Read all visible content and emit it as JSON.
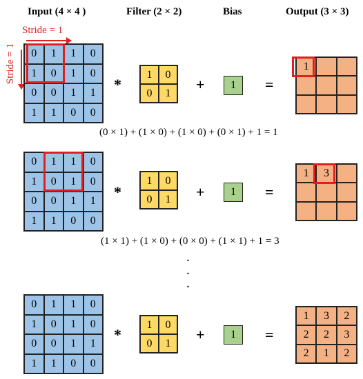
{
  "headers": {
    "input": "Input (4 × 4 )",
    "filter": "Filter (2 × 2)",
    "bias": "Bias",
    "output": "Output (3 × 3)"
  },
  "stride": {
    "horizontal": "Stride = 1",
    "vertical": "Stride = 1"
  },
  "input": [
    [
      "0",
      "1",
      "1",
      "0"
    ],
    [
      "1",
      "0",
      "1",
      "0"
    ],
    [
      "0",
      "0",
      "1",
      "1"
    ],
    [
      "1",
      "1",
      "0",
      "0"
    ]
  ],
  "filter": [
    [
      "1",
      "0"
    ],
    [
      "0",
      "1"
    ]
  ],
  "bias": "1",
  "operators": {
    "multiply": "*",
    "plus": "+",
    "equals": "="
  },
  "output_step1": [
    [
      "1",
      "",
      ""
    ],
    [
      "",
      "",
      ""
    ],
    [
      "",
      "",
      ""
    ]
  ],
  "output_step2": [
    [
      "1",
      "3",
      ""
    ],
    [
      "",
      "",
      ""
    ],
    [
      "",
      "",
      ""
    ]
  ],
  "output_final": [
    [
      "1",
      "3",
      "2"
    ],
    [
      "2",
      "2",
      "3"
    ],
    [
      "2",
      "1",
      "2"
    ]
  ],
  "equations": {
    "step1": "(0 × 1) + (1 × 0) + (1 × 0) + (0 × 1) + 1 = 1",
    "step2": "(1 × 1) + (1 × 0) + (0 × 0) + (1 × 1) + 1 = 3"
  },
  "colors": {
    "input": "#9dc3e6",
    "filter": "#ffd966",
    "bias": "#a9d18e",
    "output": "#f4b183",
    "highlight": "#e02020"
  }
}
